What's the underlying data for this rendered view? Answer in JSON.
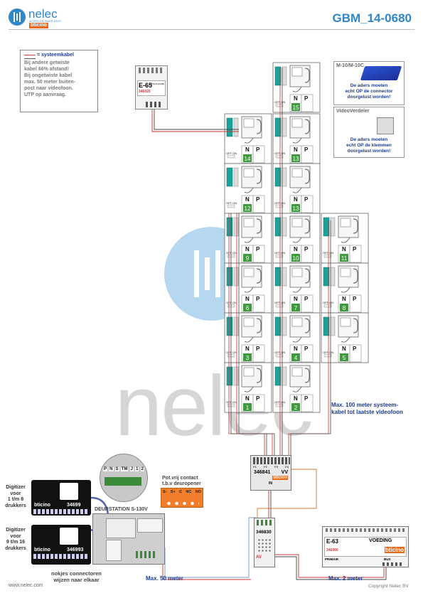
{
  "brand": {
    "name": "nelec",
    "tagline": "INTERCOM MADE EASY",
    "partner": "bticino"
  },
  "doc_code": "GBM_14-0680",
  "legend": {
    "title": "= systeemkabel",
    "lines": [
      "Bij andere getwiste",
      "kabel 66% afstand!",
      "Bij ongetwiste kabel",
      "max. 50 meter buiten-",
      "post naar videofoon.",
      "UTP op aanvraag."
    ]
  },
  "e65": {
    "label": "E-65",
    "sub": "MULTI-HOME",
    "code": "346020"
  },
  "m10": {
    "title": "M-10/M-10C",
    "note": [
      "De aders moeten",
      "echt OP de connector",
      "doorgelust worden!"
    ]
  },
  "videoverdeler": {
    "title": "VideoVerdeler",
    "note": [
      "De aders moeten",
      "echt OP de klemmen",
      "doorgelust worden!"
    ]
  },
  "videophone": {
    "off_on": "OFF ON",
    "n": "N",
    "p": "P"
  },
  "apartments": [
    "15",
    "14",
    "13",
    "12",
    "11",
    "10",
    "9",
    "8",
    "7",
    "6",
    "5",
    "4",
    "3",
    "2",
    "1"
  ],
  "ribbon": {
    "apt13_numbers": [
      "1",
      "2"
    ]
  },
  "notes": {
    "max100": [
      "Max. 100 meter systeem-",
      "kabel tot laatste videofoon"
    ],
    "max50": "Max. 50 meter",
    "max2": "Max. 2 meter",
    "nokjes": [
      "nokjes connectoren",
      "wijzen naar elkaar"
    ]
  },
  "distributor": {
    "code": "346841",
    "vv": "VV",
    "in": "IN"
  },
  "pp_labels": [
    "P1",
    "P2",
    "P3",
    "P4"
  ],
  "converter": {
    "code": "346830",
    "av": "AV"
  },
  "power": {
    "label": "E-63",
    "title": "VOEDING",
    "code": "346000",
    "primair": "PRIMAIR",
    "bus": "BUS"
  },
  "relay": {
    "title": [
      "Pot.vrij contact",
      "t.b.v deuropener"
    ],
    "terms": [
      "S-",
      "S+",
      "C",
      "NC",
      "NO"
    ]
  },
  "deurstation": {
    "title": "DEURSTATION S-130V"
  },
  "digitizer1": {
    "label": [
      "Digitizer",
      "voor",
      "1 t/m 8",
      "drukkers"
    ],
    "code": "34699"
  },
  "digitizer2": {
    "label": [
      "Digitizer",
      "voor",
      "9 t/m 16",
      "drukkers"
    ],
    "code": "346993"
  },
  "zoom": {
    "terms": [
      "P",
      "N",
      "S",
      "TM",
      "J",
      "1",
      "2"
    ]
  },
  "footer": {
    "website": "www.nelec.com",
    "copyright": "Copyright Nelec BV"
  }
}
